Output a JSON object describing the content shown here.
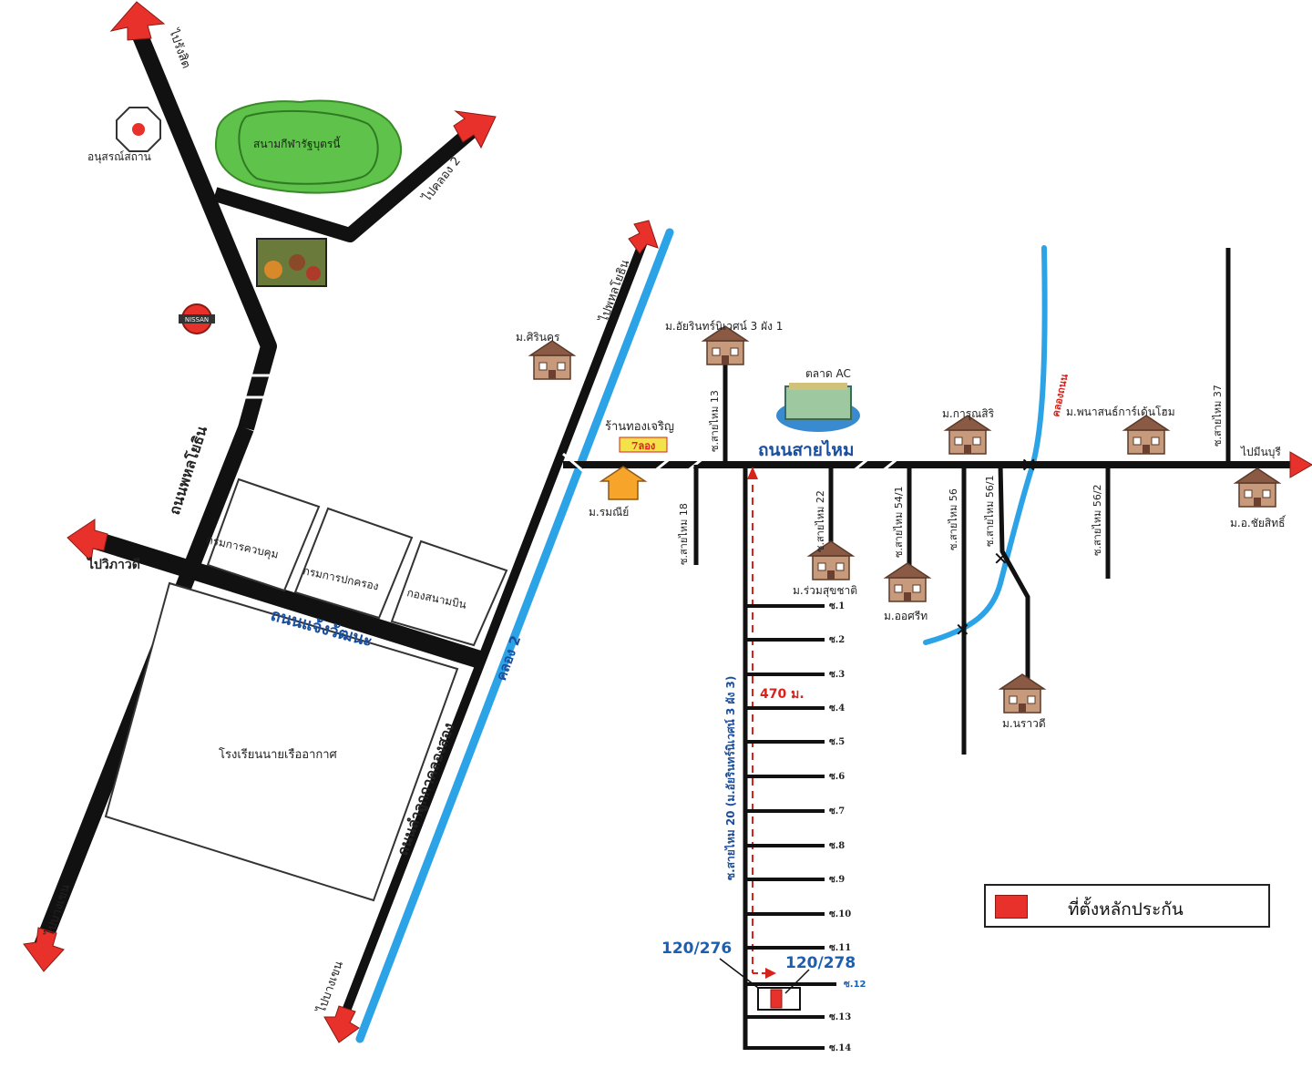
{
  "labels": {
    "to_rangsit": "ไปรังสิต",
    "monument": "อนุสรณ์สถาน",
    "sports_field": "สนามกีฬารัฐบุตรนี้",
    "to_khlong2": "ไปคลอง 2",
    "to_wikhuk": "ไปวิภาวดี",
    "to_bangkhen_left": "ไปบางเขน",
    "to_bangkhen_bottom": "ไปบางเขน",
    "phahonyothin": "ถนนพหลโยธิน",
    "chaeng_wattana": "ถนนแจ้งวัฒนะ",
    "dept_control": "กรมการควบคุม",
    "dept_admin": "กรมการปกครอง",
    "air_force": "กองสนามบิน",
    "school": "โรงเรียนนายเรืออากาศ",
    "khlong_song_road": "ถนนลำลูกกาคลองสอง",
    "khlong2": "คลอง 2",
    "to_phahonyothin": "ไปพหลโยธิน",
    "m_sirinakorn": "ม.ศิรินคร",
    "m_asin": "ม.อัยรินทร์นิเวศน์ 3 ผัง 1",
    "market_ac": "ตลาด AC",
    "shop_prachern": "ร้านทองเจริญ",
    "shop_tag": "7ลอง",
    "m_ramai": "ม.รมณีย์",
    "sai_mai_road": "ถนนสายไหม",
    "m_karasiri": "ม.การุณสิริ",
    "m_pana": "ม.พนาสนธ์การ์เด้นโฮม",
    "to_minburi": "ไปมีนบุรี",
    "m_ratch": "ม.อ.ชัยสิทธิ์",
    "khlong_thanon": "คลองถนน",
    "m_suk": "ม.ร่วมสุขชาติ",
    "m_ort": "ม.ออศรีท",
    "m_naraw": "ม.นราวดี",
    "soi13": "ซ.สายไหม 13",
    "soi18": "ซ.สายไหม 18",
    "soi22": "ซ.สายไหม 22",
    "soi54": "ซ.สายไหม 54/1",
    "soi56": "ซ.สายไหม 56",
    "soi56_1": "ซ.สายไหม 56/1",
    "soi56_2": "ซ.สายไหม 56/2",
    "soi37": "ซ.สายไหม 37",
    "soi20": "ซ.สายไหม 20 (ม.อัยรินทร์นิเวศน์ 3 ผัง 3)",
    "distance": "470 ม.",
    "addr_a": "120/276",
    "addr_b": "120/278",
    "nissan": "NISSAN"
  },
  "side_streets": [
    "ซ.1",
    "ซ.2",
    "ซ.3",
    "ซ.4",
    "ซ.5",
    "ซ.6",
    "ซ.7",
    "ซ.8",
    "ซ.9",
    "ซ.10",
    "ซ.11",
    "ซ.12",
    "ซ.13",
    "ซ.14"
  ],
  "legend": {
    "label": "ที่ตั้งหลักประกัน",
    "color": "#e8312a"
  },
  "colors": {
    "road": "#111111",
    "canal": "#2ba3e6",
    "arrow": "#e8312a",
    "park": "#5fc24a",
    "route": "#d8231c"
  }
}
